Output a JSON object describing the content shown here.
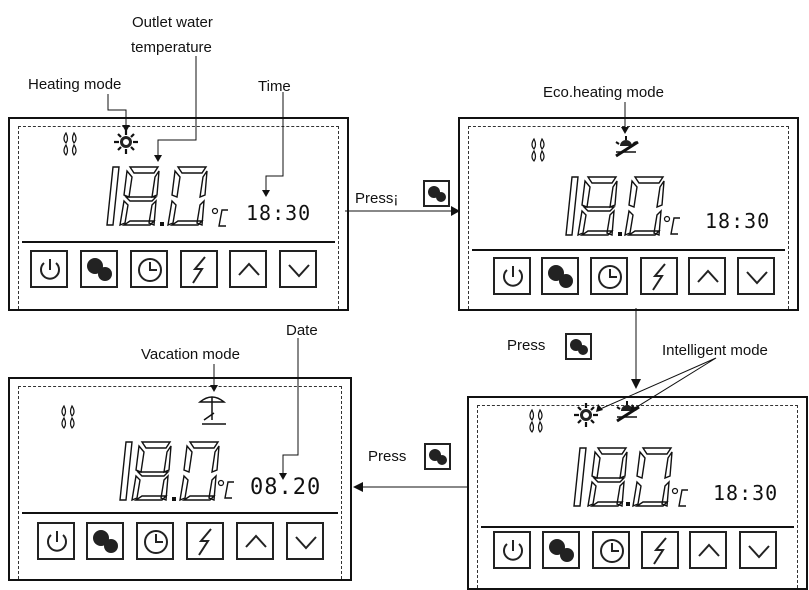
{
  "annotations": {
    "outlet_water_temperature": [
      "Outlet water",
      "temperature"
    ],
    "heating_mode": "Heating mode",
    "time": "Time",
    "eco_heating_mode": "Eco.heating mode",
    "intelligent_mode": "Intelligent mode",
    "vacation_mode": "Vacation mode",
    "date": "Date",
    "press_1": "Press",
    "press_1_suffix": "¡",
    "press_2": "Press",
    "press_3": "Press"
  },
  "panels": [
    {
      "id": "heating",
      "temperature": "18.0",
      "unit": "°C",
      "clock": "18:30"
    },
    {
      "id": "eco-heating",
      "temperature": "18.0",
      "unit": "°C",
      "clock": "18:30"
    },
    {
      "id": "intelligent",
      "temperature": "18.0",
      "unit": "°C",
      "clock": "18:30"
    },
    {
      "id": "vacation",
      "temperature": "18.0",
      "unit": "°C",
      "clock": "08.20"
    }
  ],
  "buttons": [
    "power-icon",
    "mode-gears-icon",
    "clock-icon",
    "lightning-icon",
    "up-arrow-icon",
    "down-arrow-icon"
  ]
}
